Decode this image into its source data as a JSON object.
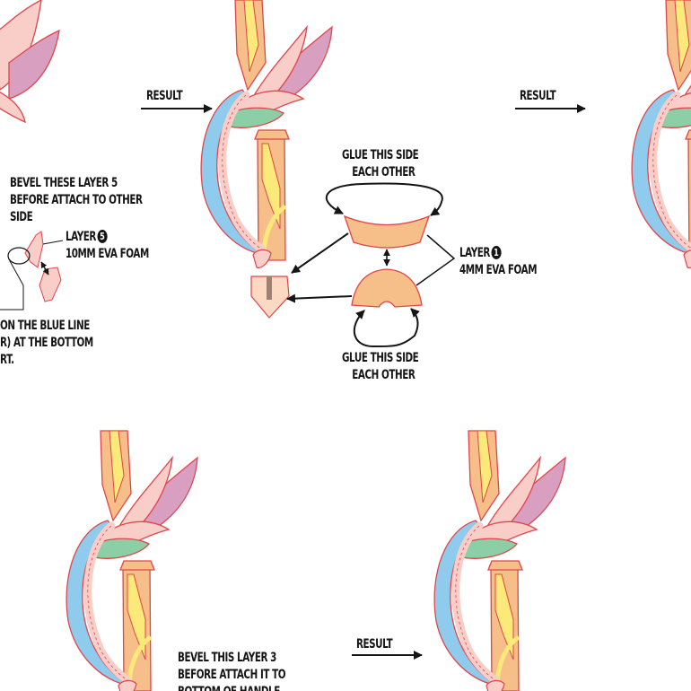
{
  "labels": {
    "result_1": "RESULT",
    "result_2": "RESULT",
    "result_3": "RESULT",
    "bevel_layer5": [
      "BEVEL THESE LAYER 5",
      "BEFORE ATTACH TO OTHER",
      "SIDE"
    ],
    "layer5_name": "LAYER",
    "layer5_badge": "5",
    "layer5_material": "10MM EVA FOAM",
    "blue_line_note": [
      "ON THE BLUE LINE",
      "R) AT THE BOTTOM",
      "RT."
    ],
    "glue_top": [
      "GLUE THIS SIDE",
      "EACH OTHER"
    ],
    "glue_bottom": [
      "GLUE THIS SIDE",
      "EACH OTHER"
    ],
    "layer1_name": "LAYER",
    "layer1_badge": "1",
    "layer1_material": "4MM EVA FOAM",
    "bevel_layer3": [
      "BEVEL THIS LAYER 3",
      "BEFORE ATTACH IT TO",
      "BOTTOM OF HANDLE"
    ]
  },
  "colors": {
    "blade_orange": "#f6be88",
    "blade_yellow": "#fbe97a",
    "accent_pink": "#f9cdc8",
    "accent_mauve": "#d99fc0",
    "accent_blue": "#8fcbec",
    "accent_green": "#8ccfa6",
    "outline_red": "#e0454b",
    "ink": "#151515"
  }
}
